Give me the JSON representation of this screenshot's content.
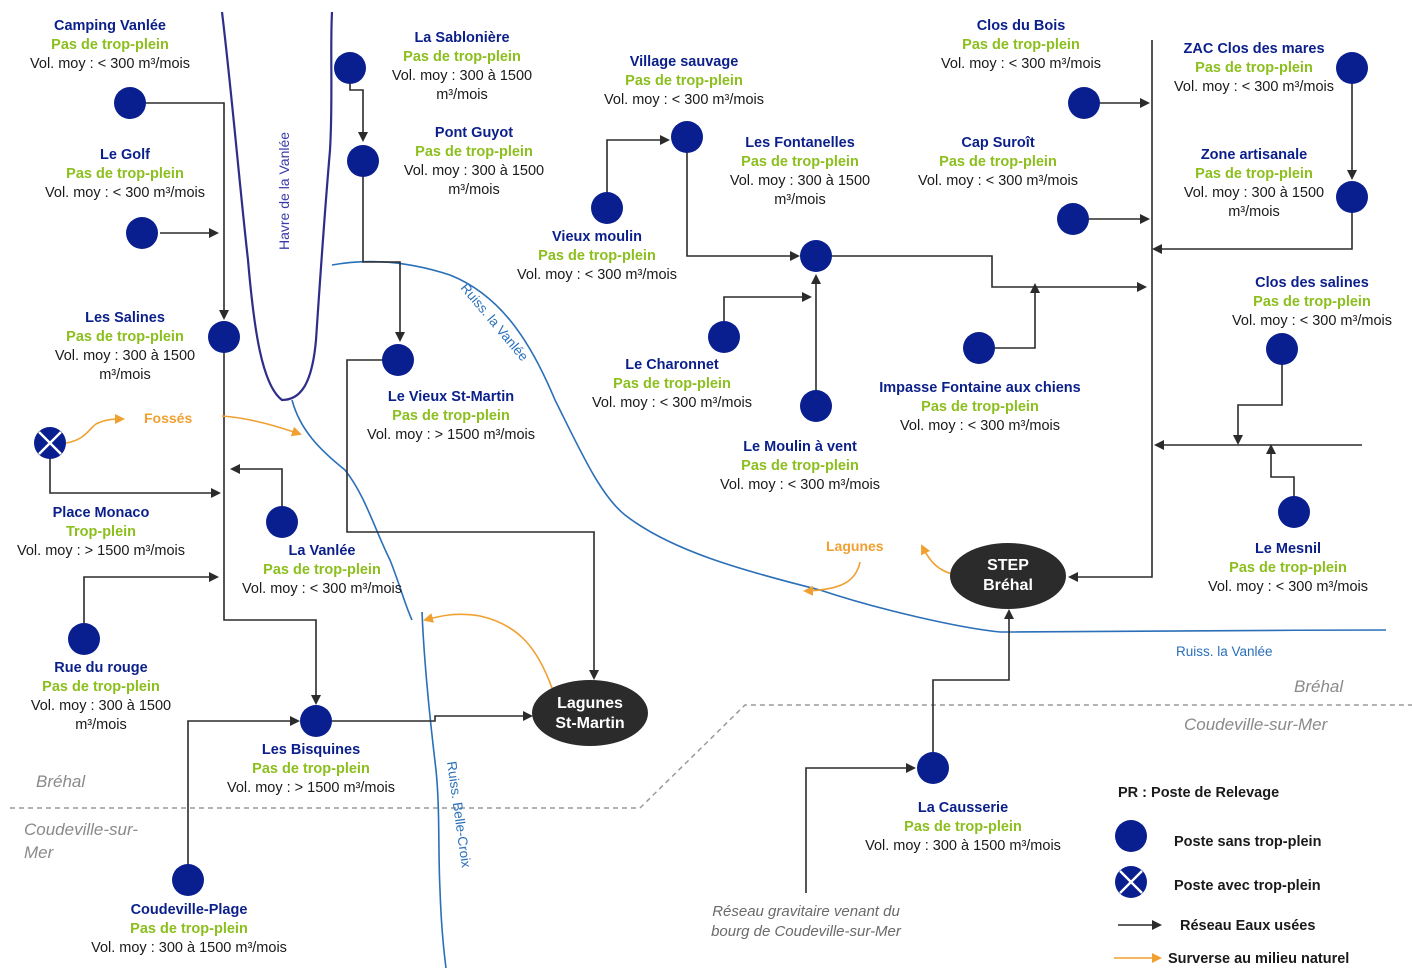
{
  "stations": [
    {
      "id": "camping-vanlee",
      "name": "Camping Vanlée",
      "status": "Pas de trop-plein",
      "vol": "Vol. moy : < 300 m³/mois"
    },
    {
      "id": "la-sabloniere",
      "name": "La Sablonière",
      "status": "Pas de trop-plein",
      "vol": "Vol. moy : 300 à 1500",
      "vol2": "m³/mois"
    },
    {
      "id": "village-sauvage",
      "name": "Village sauvage",
      "status": "Pas de trop-plein",
      "vol": "Vol. moy : < 300 m³/mois"
    },
    {
      "id": "clos-du-bois",
      "name": "Clos du Bois",
      "status": "Pas de trop-plein",
      "vol": "Vol. moy : < 300 m³/mois"
    },
    {
      "id": "zac-clos-des-mares",
      "name": "ZAC Clos des mares",
      "status": "Pas de trop-plein",
      "vol": "Vol. moy : < 300 m³/mois"
    },
    {
      "id": "pont-guyot",
      "name": "Pont Guyot",
      "status": "Pas de trop-plein",
      "vol": "Vol. moy : 300 à 1500",
      "vol2": "m³/mois"
    },
    {
      "id": "le-golf",
      "name": "Le Golf",
      "status": "Pas de trop-plein",
      "vol": "Vol. moy : < 300 m³/mois"
    },
    {
      "id": "les-fontanelles",
      "name": "Les Fontanelles",
      "status": "Pas de trop-plein",
      "vol": "Vol. moy : 300 à 1500",
      "vol2": "m³/mois"
    },
    {
      "id": "cap-suroit",
      "name": "Cap Suroît",
      "status": "Pas de trop-plein",
      "vol": "Vol. moy : < 300 m³/mois"
    },
    {
      "id": "zone-artisanale",
      "name": "Zone artisanale",
      "status": "Pas de trop-plein",
      "vol": "Vol. moy : 300 à 1500",
      "vol2": "m³/mois"
    },
    {
      "id": "vieux-moulin",
      "name": "Vieux moulin",
      "status": "Pas de trop-plein",
      "vol": "Vol. moy : < 300 m³/mois"
    },
    {
      "id": "les-salines",
      "name": "Les Salines",
      "status": "Pas de trop-plein",
      "vol": "Vol. moy : 300 à 1500",
      "vol2": "m³/mois"
    },
    {
      "id": "clos-des-salines",
      "name": "Clos des salines",
      "status": "Pas de trop-plein",
      "vol": "Vol. moy : < 300 m³/mois"
    },
    {
      "id": "le-charonnet",
      "name": "Le Charonnet",
      "status": "Pas de trop-plein",
      "vol": "Vol. moy : < 300 m³/mois"
    },
    {
      "id": "impasse-fontaine",
      "name": "Impasse Fontaine aux chiens",
      "status": "Pas de trop-plein",
      "vol": "Vol. moy : < 300 m³/mois"
    },
    {
      "id": "le-vieux-st-martin",
      "name": "Le Vieux St-Martin",
      "status": "Pas de trop-plein",
      "vol": "Vol. moy : > 1500 m³/mois"
    },
    {
      "id": "le-moulin-a-vent",
      "name": "Le Moulin à vent",
      "status": "Pas de trop-plein",
      "vol": "Vol. moy : < 300 m³/mois"
    },
    {
      "id": "place-monaco",
      "name": "Place Monaco",
      "status": "Trop-plein",
      "vol": "Vol. moy : > 1500 m³/mois"
    },
    {
      "id": "la-vanlee",
      "name": "La Vanlée",
      "status": "Pas de trop-plein",
      "vol": "Vol. moy : < 300 m³/mois"
    },
    {
      "id": "le-mesnil",
      "name": "Le Mesnil",
      "status": "Pas de trop-plein",
      "vol": "Vol. moy : < 300 m³/mois"
    },
    {
      "id": "rue-du-rouge",
      "name": "Rue du rouge",
      "status": "Pas de trop-plein",
      "vol": "Vol. moy : 300 à 1500",
      "vol2": "m³/mois"
    },
    {
      "id": "les-bisquines",
      "name": "Les Bisquines",
      "status": "Pas de trop-plein",
      "vol": "Vol. moy : > 1500 m³/mois"
    },
    {
      "id": "la-causserie",
      "name": "La Causserie",
      "status": "Pas de trop-plein",
      "vol": "Vol. moy : 300 à 1500 m³/mois"
    },
    {
      "id": "coudeville-plage",
      "name": "Coudeville-Plage",
      "status": "Pas de trop-plein",
      "vol": "Vol. moy : 300 à 1500 m³/mois"
    }
  ],
  "labels": {
    "havre": "Havre de la Vanlée",
    "ruiss_upper": "Ruiss. la Vanlée",
    "ruiss_lower": "Ruiss. la Vanlée",
    "ruiss_belle": "Ruiss. Belle-Croix",
    "fosses": "Fossés",
    "lagunes": "Lagunes",
    "brehal_right": "Bréhal",
    "coudeville_right": "Coudeville-sur-Mer",
    "brehal_left": "Bréhal",
    "coudeville_left_1": "Coudeville-sur-",
    "coudeville_left_2": "Mer",
    "reseau_1": "Réseau gravitaire venant du",
    "reseau_2": "bourg de Coudeville-sur-Mer"
  },
  "sinks": {
    "step_1": "STEP",
    "step_2": "Bréhal",
    "lagunes_1": "Lagunes",
    "lagunes_2": "St-Martin"
  },
  "legend": {
    "title": "PR : Poste de Relevage",
    "no_overflow": "Poste sans trop-plein",
    "overflow": "Poste avec trop-plein",
    "network": "Réseau Eaux usées",
    "discharge": "Surverse au milieu naturel"
  },
  "colors": {
    "station": "#0a1f8f",
    "name_text": "#0b1f8a",
    "status_text": "#8cbf1e",
    "river": "#2a6fb8",
    "havre": "#2e2e8a",
    "overflow": "#f0a030",
    "pipe": "#2b2b2b",
    "sink": "#2b2b2b"
  }
}
